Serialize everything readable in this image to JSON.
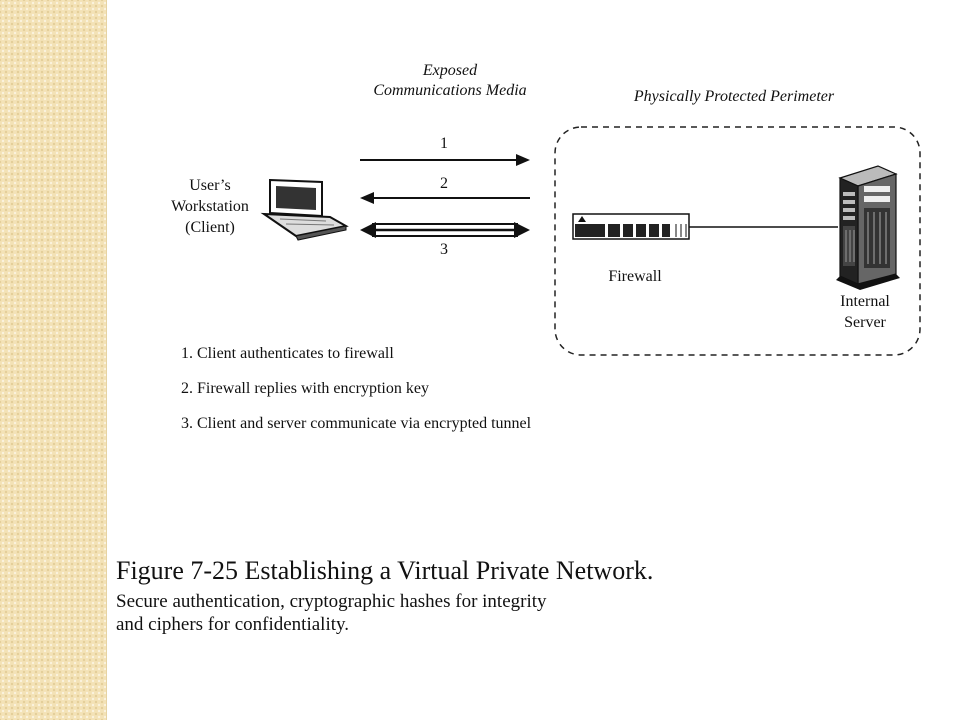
{
  "diagram": {
    "exposed_media_line1": "Exposed",
    "exposed_media_line2": "Communications Media",
    "perimeter_label": "Physically Protected Perimeter",
    "client_line1": "User’s",
    "client_line2": "Workstation",
    "client_line3": "(Client)",
    "arrow_1": "1",
    "arrow_2": "2",
    "arrow_3": "3",
    "firewall_label": "Firewall",
    "server_line1": "Internal",
    "server_line2": "Server",
    "steps": [
      "1. Client authenticates to firewall",
      "2. Firewall replies with encryption key",
      "3. Client and server communicate via encrypted tunnel"
    ]
  },
  "caption": {
    "title": "Figure 7-25  Establishing a Virtual Private Network.",
    "line1": "Secure authentication, cryptographic hashes for integrity",
    "line2": "and ciphers for confidentiality."
  }
}
